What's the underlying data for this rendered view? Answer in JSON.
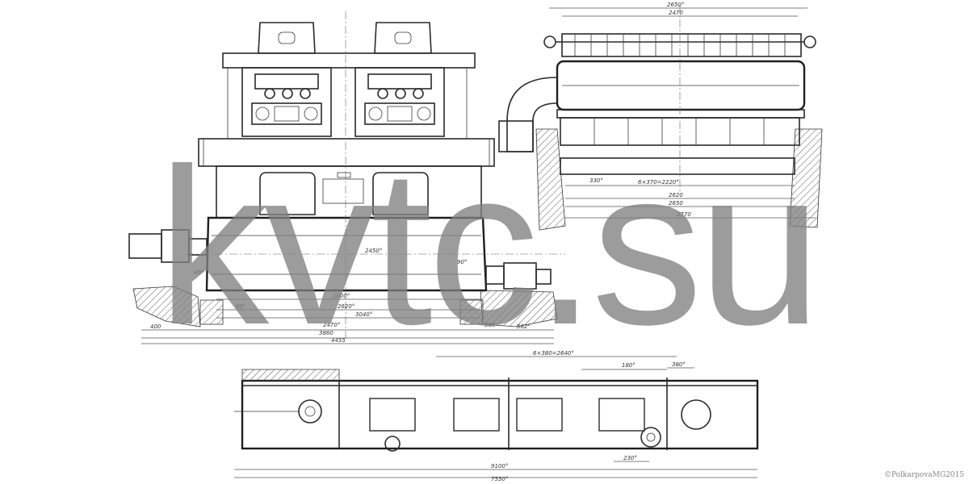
{
  "watermark": {
    "text": "kvtc.su",
    "color": "#808080"
  },
  "copyright": "©PolkarpovaMG2015",
  "drawing": {
    "side_view": {
      "dims": [
        "2450°",
        "1000°",
        "2620°",
        "3040°",
        "2470°",
        "400",
        "3860",
        "4455",
        "580",
        "562°",
        "80°",
        "40°",
        "90°"
      ]
    },
    "end_view": {
      "dims": [
        "2650°",
        "2470",
        "6×370=2220°",
        "2620",
        "2650",
        "2770",
        "330°"
      ]
    },
    "plan_view": {
      "dims": [
        "6×380=2640°",
        "180°",
        "380°",
        "9100°",
        "7550°",
        "230°"
      ]
    }
  }
}
